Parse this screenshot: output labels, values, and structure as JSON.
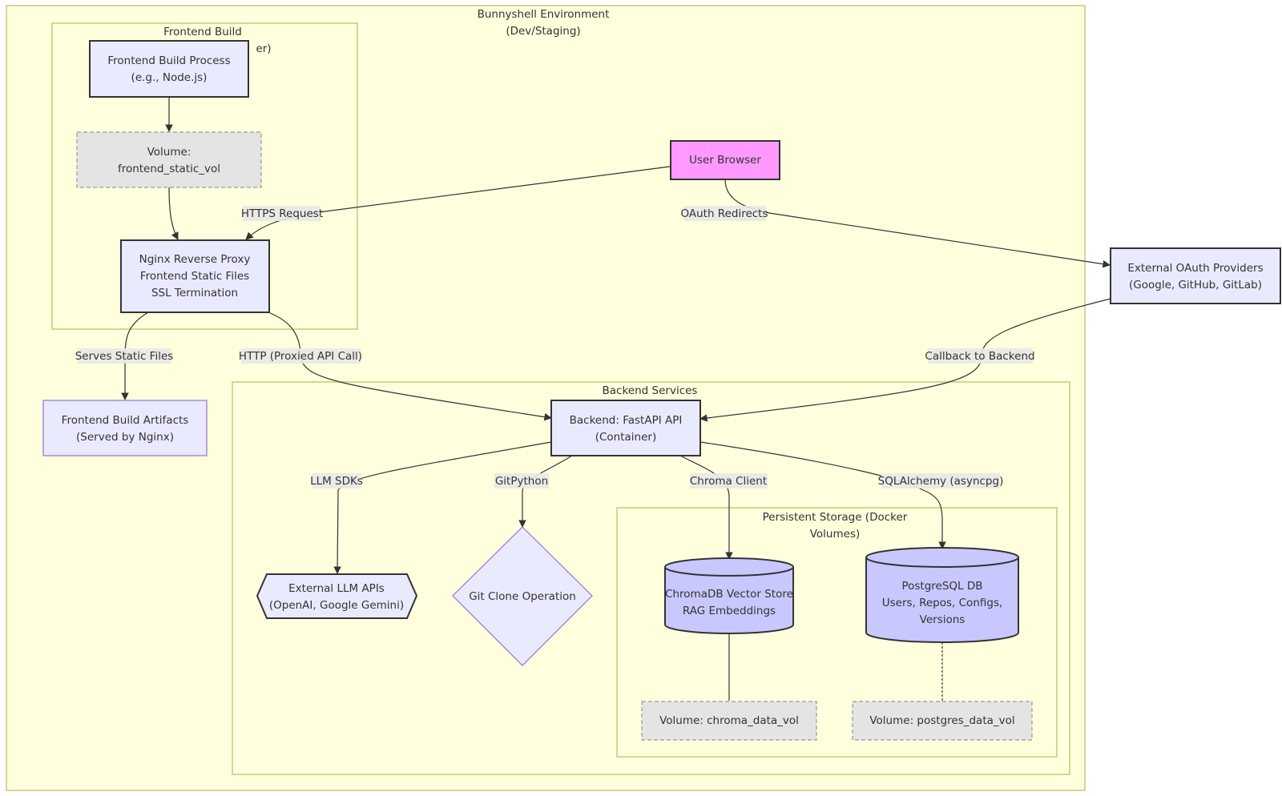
{
  "clusters": {
    "environment": {
      "title_line1": "Bunnyshell Environment",
      "title_line2": "(Dev/Staging)"
    },
    "frontend": {
      "title_line1": "Frontend Build",
      "title_fragment": "er)"
    },
    "backend": {
      "title": "Backend Services"
    },
    "storage": {
      "title_line1": "Persistent Storage (Docker",
      "title_line2": "Volumes)"
    }
  },
  "nodes": {
    "frontend_build_process": {
      "line1": "Frontend Build Process",
      "line2": "(e.g., Node.js)"
    },
    "frontend_static_vol": {
      "line1": "Volume:",
      "line2": "frontend_static_vol"
    },
    "nginx": {
      "line1": "Nginx Reverse Proxy",
      "line2": "Frontend Static Files",
      "line3": "SSL Termination"
    },
    "user_browser": {
      "line1": "User Browser"
    },
    "oauth_providers": {
      "line1": "External OAuth Providers",
      "line2": "(Google, GitHub, GitLab)"
    },
    "frontend_artifacts": {
      "line1": "Frontend Build Artifacts",
      "line2": "(Served by Nginx)"
    },
    "backend_api": {
      "line1": "Backend: FastAPI API",
      "line2": "(Container)"
    },
    "llm_apis": {
      "line1": "External LLM APIs",
      "line2": "(OpenAI, Google Gemini)"
    },
    "git_clone": {
      "line1": "Git Clone Operation"
    },
    "chromadb": {
      "line1": "ChromaDB Vector Store",
      "line2": "RAG Embeddings"
    },
    "postgres": {
      "line1": "PostgreSQL DB",
      "line2": "Users, Repos, Configs,",
      "line3": "Versions"
    },
    "chroma_vol": {
      "line1": "Volume: chroma_data_vol"
    },
    "postgres_vol": {
      "line1": "Volume: postgres_data_vol"
    }
  },
  "edges": {
    "https_request": "HTTPS Request",
    "oauth_redirects": "OAuth Redirects",
    "serves_static": "Serves Static Files",
    "http_proxied": "HTTP (Proxied API Call)",
    "callback": "Callback to Backend",
    "llm_sdks": "LLM SDKs",
    "gitpython": "GitPython",
    "chroma_client": "Chroma Client",
    "sqlalchemy": "SQLAlchemy (asyncpg)"
  },
  "colors": {
    "cluster_fill": "#ffffde",
    "cluster_stroke": "#c9c97a",
    "node_fill": "#eaeaff",
    "node_stroke": "#333333",
    "light_stroke": "#9370db",
    "user_browser_fill": "#ff99ff",
    "volume_fill": "#e4e4e4",
    "db_fill": "#c8c8ff",
    "text": "#333333"
  }
}
